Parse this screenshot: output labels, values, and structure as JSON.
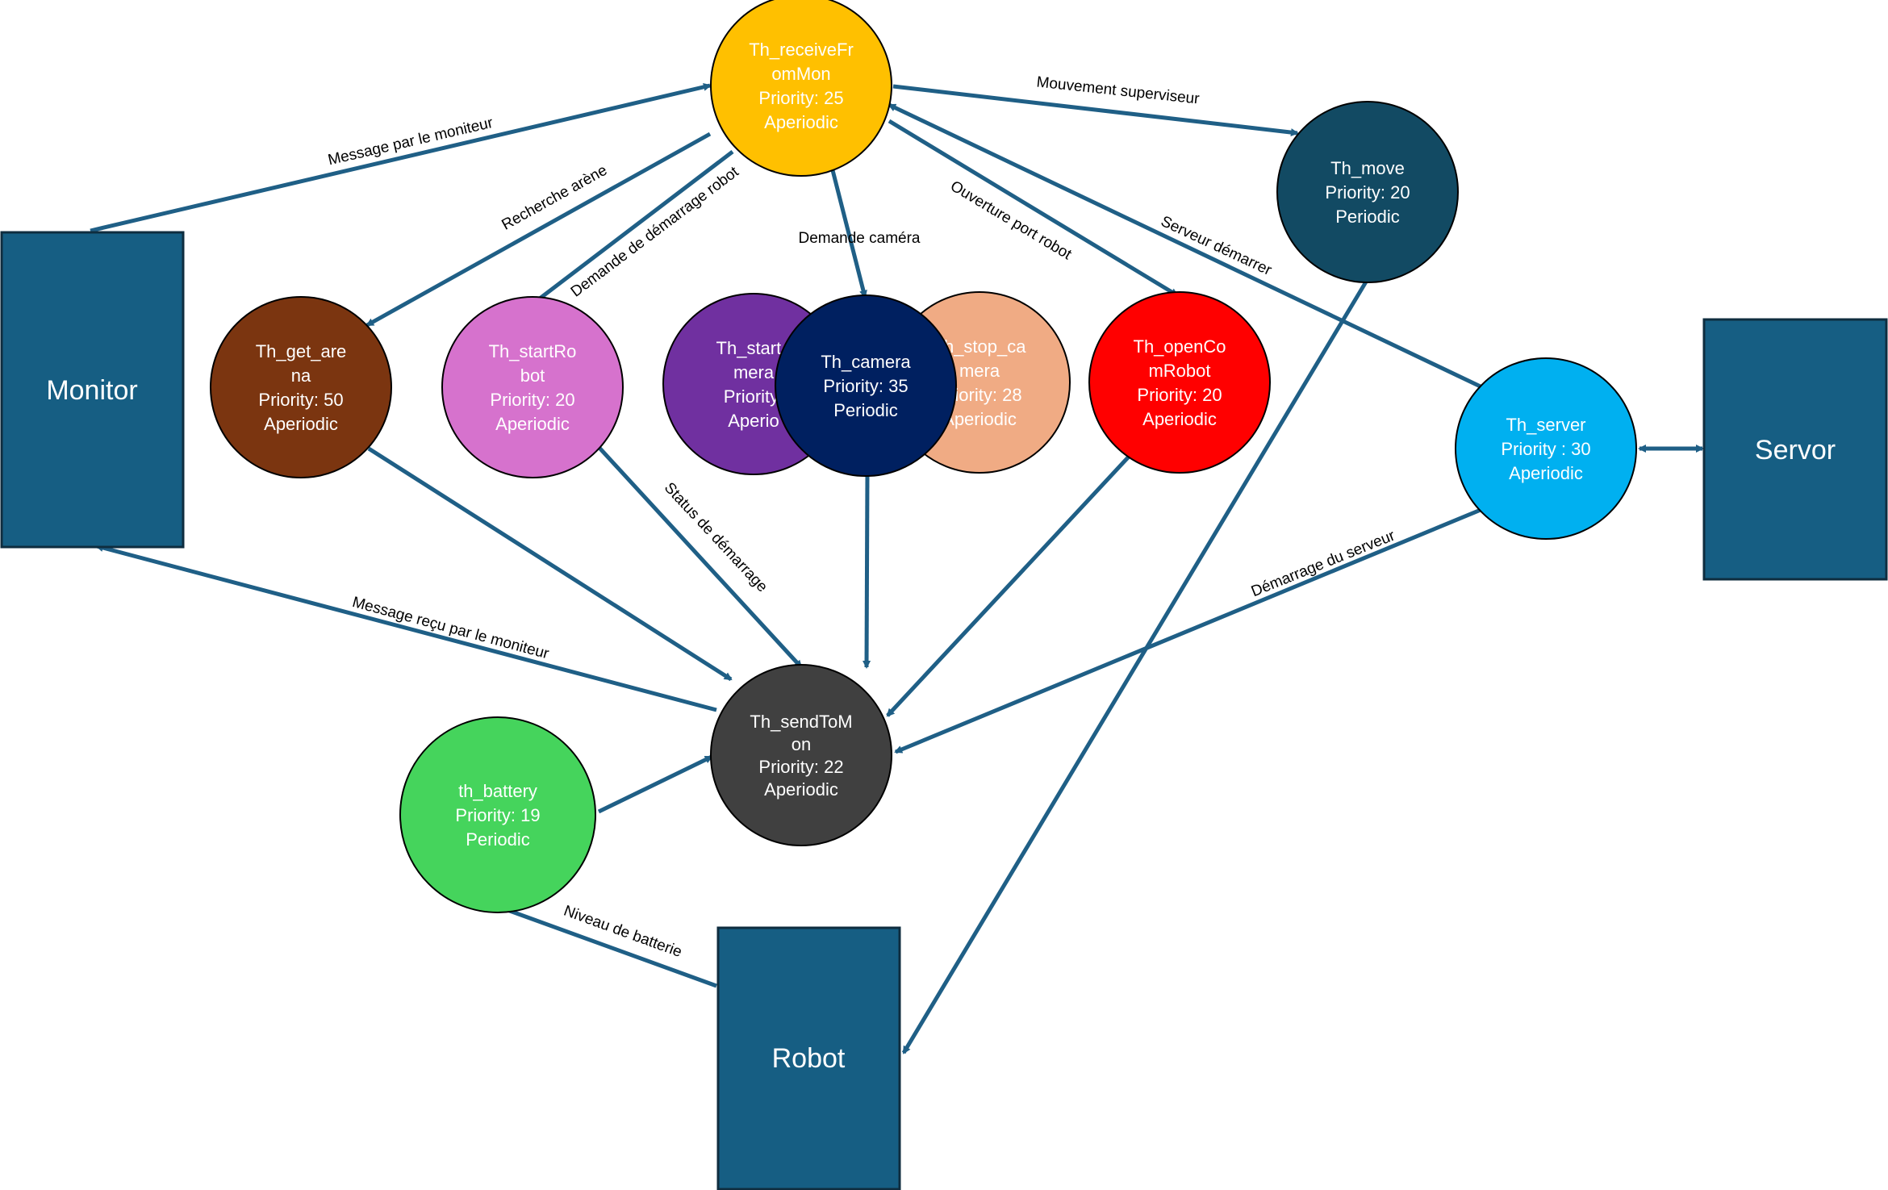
{
  "colors": {
    "edge": "#1f5f86",
    "box_fill": "#165e83",
    "box_stroke": "#0f2d3f",
    "node_stroke": "#000000"
  },
  "boxes": {
    "monitor": "Monitor",
    "servor": "Servor",
    "robot": "Robot"
  },
  "nodes": {
    "receive": {
      "lines": [
        "Th_receiveFr",
        "omMon",
        "Priority: 25",
        "Aperiodic"
      ],
      "fill": "#ffc000",
      "text_color": "#ffffff"
    },
    "move": {
      "lines": [
        "Th_move",
        "Priority: 20",
        "Periodic"
      ],
      "fill": "#124a63",
      "text_color": "#ffffff"
    },
    "get_arena": {
      "lines": [
        "Th_get_are",
        "na",
        "Priority: 50",
        "Aperiodic"
      ],
      "fill": "#7b3510",
      "text_color": "#ffffff"
    },
    "start_robot": {
      "lines": [
        "Th_startRo",
        "bot",
        "Priority: 20",
        "Aperiodic"
      ],
      "fill": "#d672cd",
      "text_color": "#ffffff"
    },
    "start_camera": {
      "lines": [
        "Th_start_",
        "mera",
        "Priority:",
        "Aperio"
      ],
      "fill": "#7030a0",
      "text_color": "#ffffff"
    },
    "stop_camera": {
      "lines": [
        "Th_stop_ca",
        "mera",
        "Priority: 28",
        "Aperiodic"
      ],
      "fill": "#f0ab84",
      "text_color": "#ffffff"
    },
    "camera": {
      "lines": [
        "Th_camera",
        "Priority: 35",
        "Periodic"
      ],
      "fill": "#002060",
      "text_color": "#ffffff"
    },
    "open_com": {
      "lines": [
        "Th_openCo",
        "mRobot",
        "Priority: 20",
        "Aperiodic"
      ],
      "fill": "#ff0000",
      "text_color": "#ffffff"
    },
    "server": {
      "lines": [
        "Th_server",
        "Priority : 30",
        "Aperiodic"
      ],
      "fill": "#00b0f0",
      "text_color": "#ffffff"
    },
    "send": {
      "lines": [
        "Th_sendToM",
        "on",
        "Priority: 22",
        "Aperiodic"
      ],
      "fill": "#404040",
      "text_color": "#ffffff"
    },
    "battery": {
      "lines": [
        "th_battery",
        "Priority: 19",
        "Periodic"
      ],
      "fill": "#45d45c",
      "text_color": "#ffffff"
    }
  },
  "labels": {
    "msg_monitor": "Message par le moniteur",
    "mouvement": "Mouvement superviseur",
    "recherche": "Recherche arène",
    "demande_demarrage": "Demande de démarrage robot",
    "demande_camera": "Demande caméra",
    "ouverture": "Ouverture port robot",
    "serveur_demarrer": "Serveur démarrer",
    "status": "Status de démarrage",
    "msg_recu": "Message reçu par le moniteur",
    "demarrage_serveur": "Démarrage du serveur",
    "niveau": "Niveau de batterie"
  }
}
